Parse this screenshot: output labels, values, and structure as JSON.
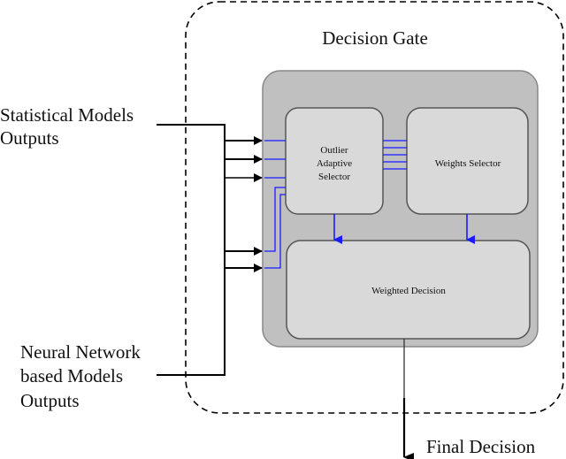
{
  "diagram": {
    "title": "Decision Gate",
    "inputs": {
      "statistical": [
        "Statistical Models",
        "Outputs"
      ],
      "neural": [
        "Neural Network",
        "based Models",
        "Outputs"
      ]
    },
    "blocks": {
      "outlier_selector": [
        "Outlier",
        "Adaptive",
        "Selector"
      ],
      "weights_selector": "Weights Selector",
      "weighted_decision": "Weighted Decision"
    },
    "output": "Final Decision",
    "colors": {
      "panel_fill": "#c0c0c0",
      "block_fill": "#d9d9d9",
      "connector_blue": "#1a1aff",
      "line_black": "#000000"
    }
  }
}
